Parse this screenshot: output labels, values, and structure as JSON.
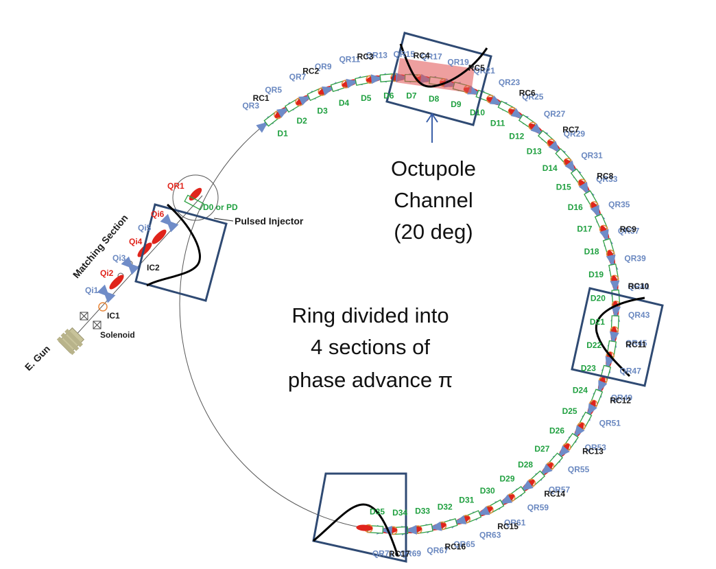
{
  "title": "",
  "colors": {
    "quad_fill": "#6f8cc8",
    "dipole_stroke": "#2ea043",
    "steering_fill": "#e0241b",
    "diag_stroke": "#e8873a",
    "box_stroke": "#2f4a73",
    "label_green": "#20a040",
    "label_blue": "#6a88c0",
    "label_red": "#e0241b"
  },
  "annotations": {
    "octupole_line1": "Octupole",
    "octupole_line2": "Channel",
    "octupole_line3": "(20 deg)",
    "ring_line1": "Ring divided into",
    "ring_line2": "4 sections of",
    "ring_line3": "phase advance π"
  },
  "injector": {
    "egun": "E. Gun",
    "solenoid": "Solenoid",
    "ic1": "IC1",
    "ic2": "IC2",
    "matching_section": "Matching Section",
    "pulsed_injector": "Pulsed Injector",
    "d0": "D0 or PD",
    "qi1": "Qi1",
    "qi2": "Qi2",
    "qi3": "Qi3",
    "qi4": "Qi4",
    "qi5": "Qi5",
    "qi6": "Qi6",
    "qr1": "QR1"
  },
  "dipoles": [
    "D1",
    "D2",
    "D3",
    "D4",
    "D5",
    "D6",
    "D7",
    "D8",
    "D9",
    "D10",
    "D11",
    "D12",
    "D13",
    "D14",
    "D15",
    "D16",
    "D17",
    "D18",
    "D19",
    "D20",
    "D21",
    "D22",
    "D23",
    "D24",
    "D25",
    "D26",
    "D27",
    "D28",
    "D29",
    "D30",
    "D31",
    "D32",
    "D33",
    "D34",
    "D35"
  ],
  "quads": [
    "QR3",
    "QR5",
    "QR7",
    "QR9",
    "QR11",
    "QR13",
    "QR15",
    "QR17",
    "QR19",
    "QR21",
    "QR23",
    "QR25",
    "QR27",
    "QR29",
    "QR31",
    "QR33",
    "QR35",
    "QR37",
    "QR39",
    "QR41",
    "QR43",
    "QR45",
    "QR47",
    "QR49",
    "QR51",
    "QR53",
    "QR55",
    "QR57",
    "QR59",
    "QR61",
    "QR63",
    "QR65",
    "QR67",
    "QR69",
    "QR71"
  ],
  "ring_chambers": [
    "RC1",
    "RC2",
    "RC3",
    "RC4",
    "RC5",
    "RC6",
    "RC7",
    "RC8",
    "RC9",
    "RC10",
    "RC11",
    "RC12",
    "RC13",
    "RC14",
    "RC15",
    "RC16",
    "RC17"
  ]
}
